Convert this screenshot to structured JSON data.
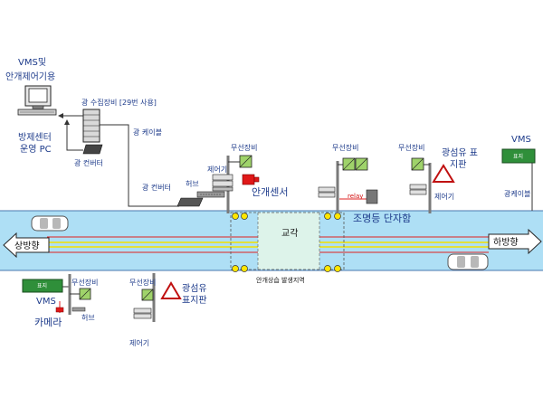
{
  "control_center": {
    "title_line1": "VMS및",
    "title_line2": "안개제어기용",
    "caption_line1": "방제센터",
    "caption_line2": "운영 PC"
  },
  "collector": {
    "label": "광 수집장비 [29번 사용]"
  },
  "converter_left": {
    "label": "광 컨버터"
  },
  "cable_left": {
    "label": "광 케이블"
  },
  "converter_road": {
    "label": "광 컨버터"
  },
  "hub_top": {
    "label": "허브"
  },
  "pole1": {
    "wireless_label": "무선장비",
    "controller_label": "제어기",
    "sensor_label": "안개센서"
  },
  "pole2": {
    "wireless_label": "무선장비",
    "relay_label": "relay"
  },
  "pole3": {
    "wireless_label": "무선장비",
    "controller_label": "제어기",
    "sign_label_line1": "광섬유 표",
    "sign_label_line2": "지판"
  },
  "vms_right": {
    "label": "VMS",
    "sign_text": "표지",
    "cable_label": "광케이블"
  },
  "road": {
    "upbound_label": "상방향",
    "downbound_label": "하방향",
    "pier_label": "교각",
    "fog_zone_label": "안개상습 발생지역",
    "lighting_label": "조명등 단자함"
  },
  "vms_left": {
    "sign_text": "표지",
    "label": "VMS",
    "wireless_label": "무선장비",
    "camera_label": "카메라",
    "hub_label": "허브"
  },
  "pole_bottom": {
    "wireless_label": "무선장비",
    "controller_label": "제어기",
    "sign_label_line1": "광섬유",
    "sign_label_line2": "표지판"
  },
  "colors": {
    "road": "#aedff5",
    "fog_zone": "#ddf3ea",
    "sign_green": "#2f8f3a",
    "wireless_green": "#9fd36a",
    "lamp_yellow": "#ffe600",
    "sensor_red": "#e01818",
    "label_blue": "#1c3a8a"
  },
  "icons": [
    "computer-icon",
    "server-rack-icon",
    "converter-icon",
    "hub-icon",
    "controller-icon",
    "wireless-icon",
    "fog-sensor-icon",
    "warning-triangle-icon",
    "camera-icon",
    "car-icon",
    "lamp-icon"
  ]
}
